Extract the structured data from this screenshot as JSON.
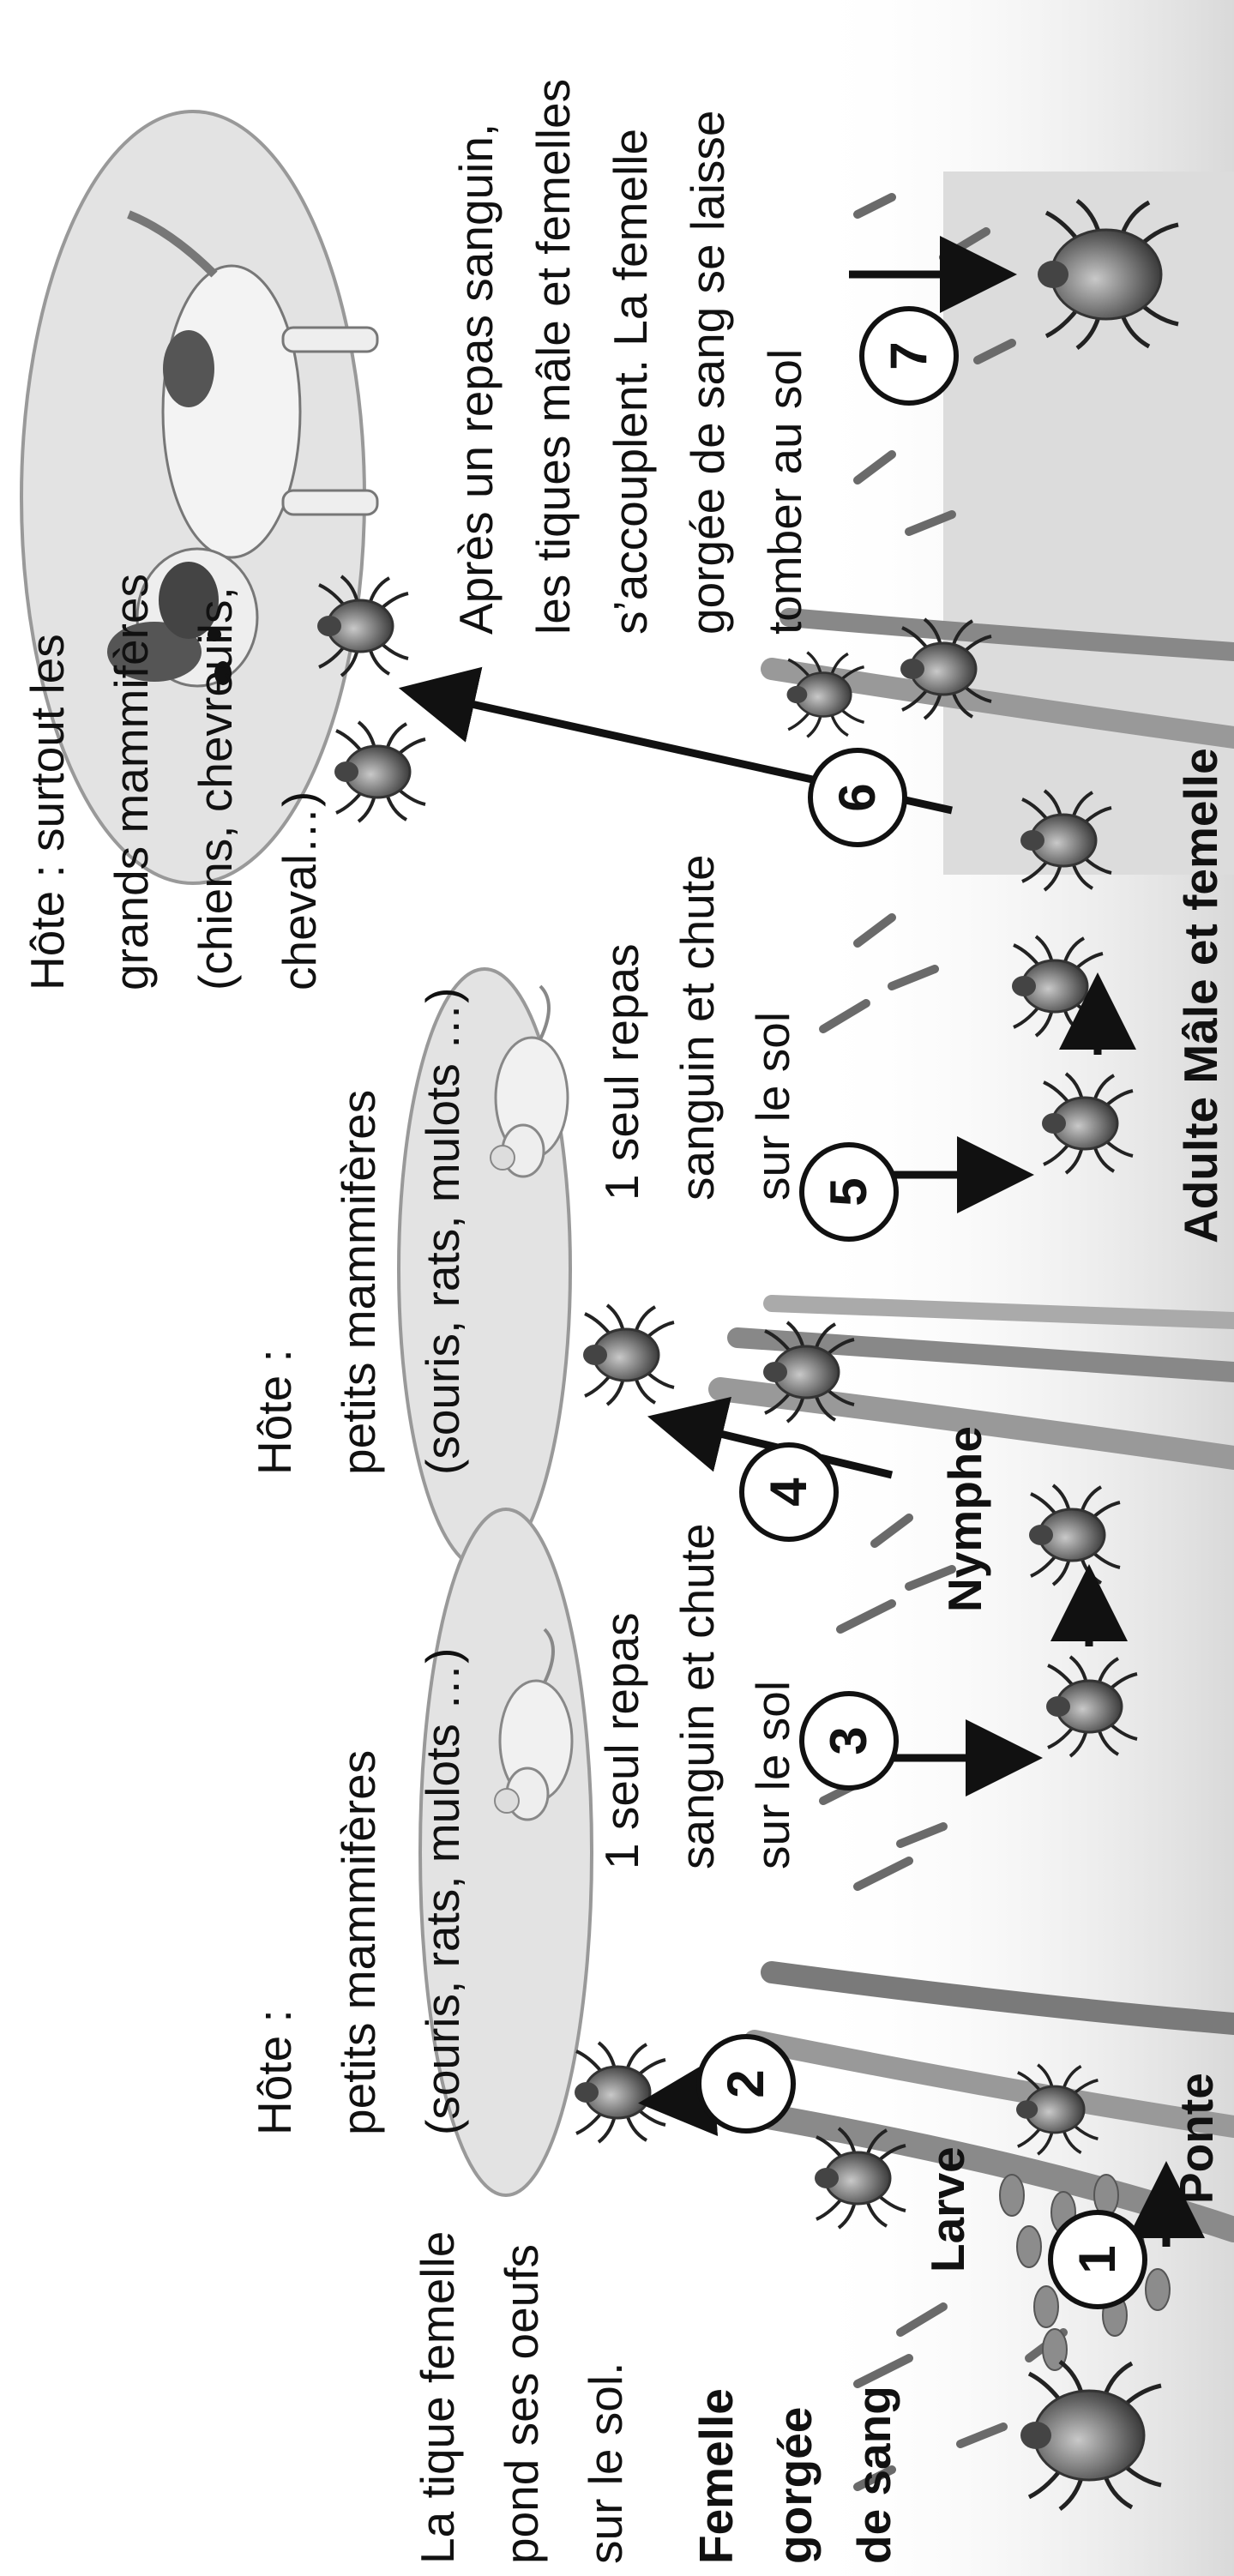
{
  "steps": [
    "1",
    "2",
    "3",
    "4",
    "5",
    "6",
    "7"
  ],
  "captions": {
    "female_lays_l1": "La tique femelle",
    "female_lays_l2": "pond ses oeufs",
    "female_lays_l3": "sur le sol.",
    "host1_l1": "Hôte :",
    "host1_l2": "petits mammifères",
    "host1_l3": "(souris, rats, mulots …)",
    "host2_l1": "Hôte :",
    "host2_l2": "petits mammifères",
    "host2_l3": "(souris, rats, mulots …)",
    "host3_l1": "Hôte : surtout les",
    "host3_l2": "grands mammifères",
    "host3_l3": "(chiens, chevreuils,",
    "host3_l4": "cheval…)",
    "meal1_l1": "1 seul repas",
    "meal1_l2": "sanguin et chute",
    "meal1_l3": "sur le sol",
    "meal2_l1": "1 seul repas",
    "meal2_l2": "sanguin et chute",
    "meal2_l3": "sur le sol",
    "adult_l1": "Après un repas sanguin,",
    "adult_l2": "les tiques mâle et femelles",
    "adult_l3": "s’accouplent. La femelle",
    "adult_l4": "gorgée de sang se laisse",
    "adult_l5": "tomber au sol"
  },
  "stage_labels": {
    "engorged_l1": "Femelle",
    "engorged_l2": "gorgée",
    "engorged_l3": "de sang",
    "larva": "Larve",
    "laying": "Ponte",
    "nymph": "Nymphe",
    "adult": "Adulte Mâle et femelle"
  }
}
